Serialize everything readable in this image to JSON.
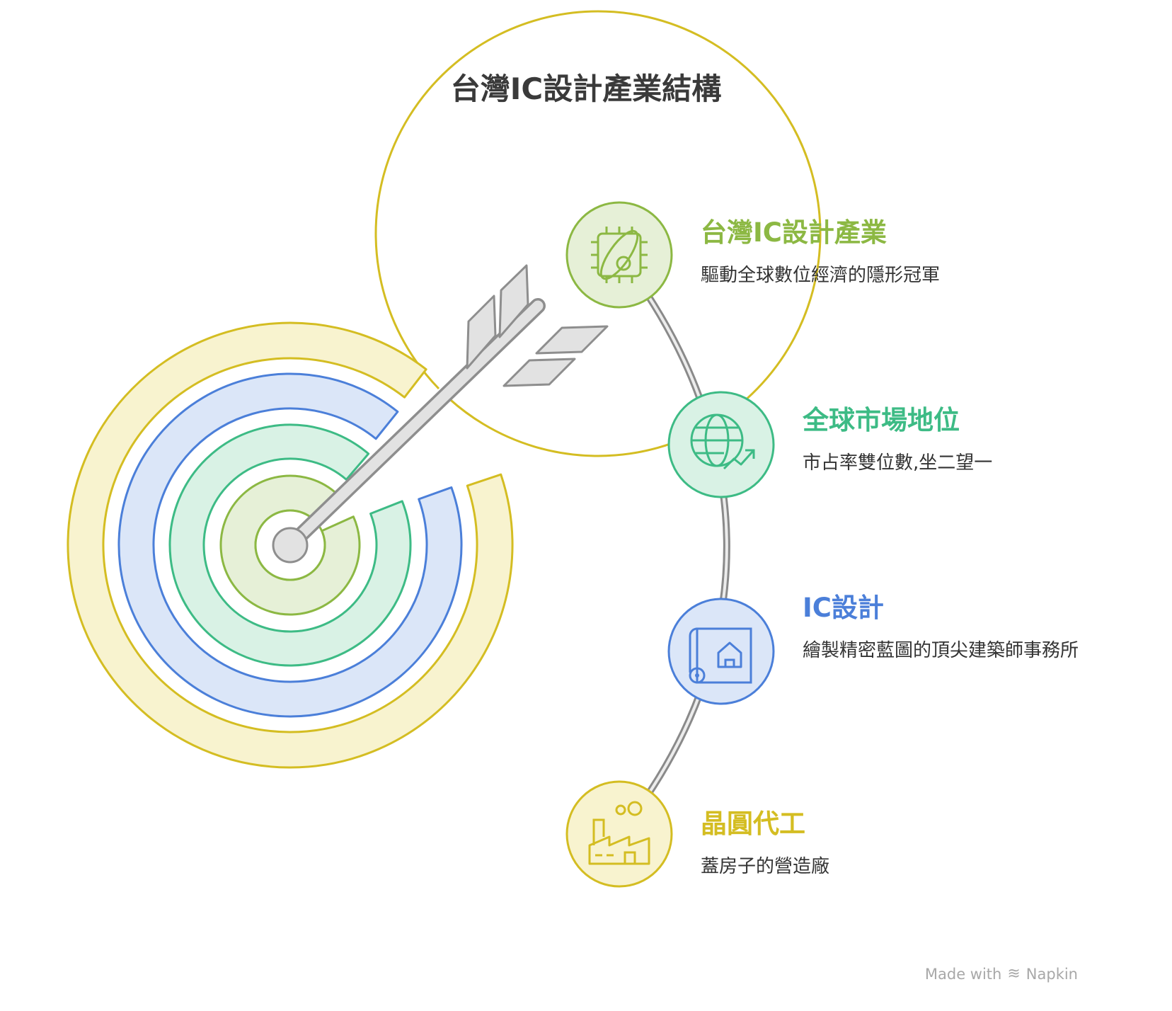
{
  "title": "台灣IC設計產業結構",
  "items": [
    {
      "title": "台灣IC設計產業",
      "description": "驅動全球數位經濟的隱形冠軍",
      "icon": "chip-icon",
      "color": "#8cb843",
      "fill": "#e6f0d7"
    },
    {
      "title": "全球市場地位",
      "description": "市占率雙位數,坐二望一",
      "icon": "globe-trend-icon",
      "color": "#3dbb85",
      "fill": "#d9f2e5"
    },
    {
      "title": "IC設計",
      "description": "繪製精密藍圖的頂尖建築師事務所",
      "icon": "blueprint-icon",
      "color": "#4b7fd9",
      "fill": "#dbe6f8"
    },
    {
      "title": "晶圓代工",
      "description": "蓋房子的營造廠",
      "icon": "factory-icon",
      "color": "#d4bd22",
      "fill": "#f8f3cf"
    }
  ],
  "footer": {
    "made_with": "Made with",
    "brand": "Napkin"
  }
}
